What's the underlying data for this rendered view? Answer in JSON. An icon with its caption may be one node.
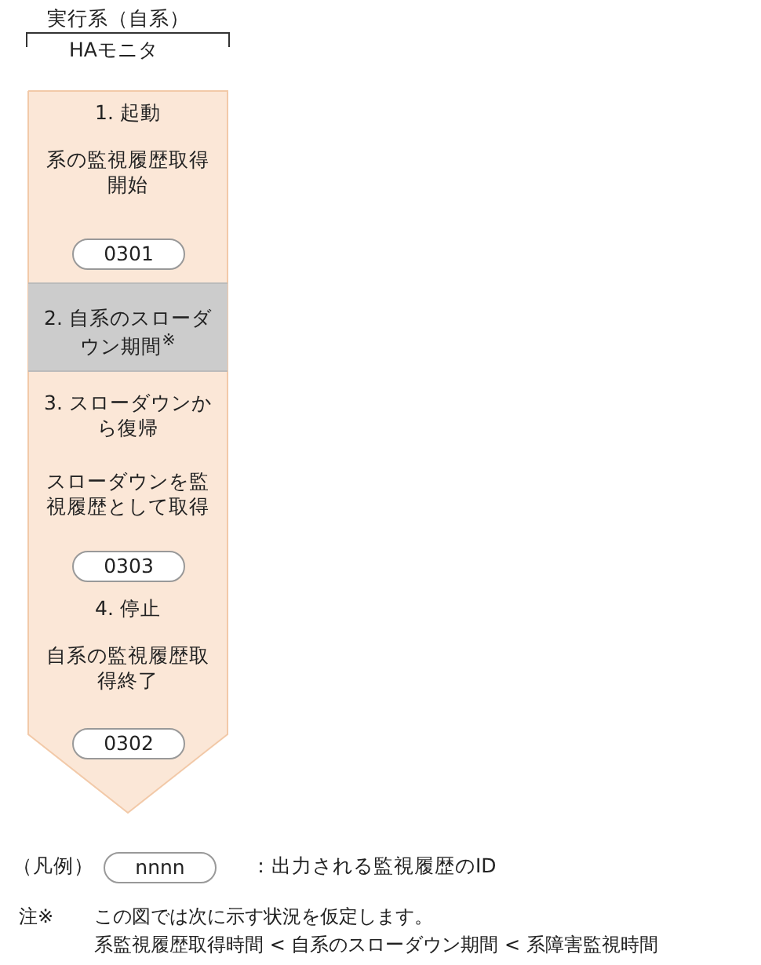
{
  "diagram": {
    "title": "実行系（自系）",
    "nodes": [
      {
        "text": [],
        "shape": "pentagon"
      },
      {
        "text": [
          "1. 起動",
          "系の監視履歴取得開始"
        ],
        "in": 0
      },
      {
        "text": [
          "0301"
        ],
        "in": 1
      },
      {
        "text": [
          "2. 自系のスローダウン期間$^{※}$"
        ],
        "in": 0
      },
      {
        "text": [
          "3. スローダウンから復帰",
          "スローダウンを監視履歴として取得"
        ],
        "in": 0
      },
      {
        "text": [
          "0303"
        ],
        "in": 4
      },
      {
        "text": [
          "4. 停止",
          "自系の監視履歴取得終了"
        ],
        "in": 0
      },
      {
        "text": [
          "0302"
        ],
        "in": 6
      }
    ],
    "edges": [],
    "labels": [
      "HAモニタ",
      "（凡例）",
      "nnnn",
      "：出力される監視履歴のID",
      "注※",
      "この図では次に示す状況を仮定します。",
      "系監視履歴取得時間 < 自系のスローダウン期間 < 系障害監視時間"
    ]
  }
}
